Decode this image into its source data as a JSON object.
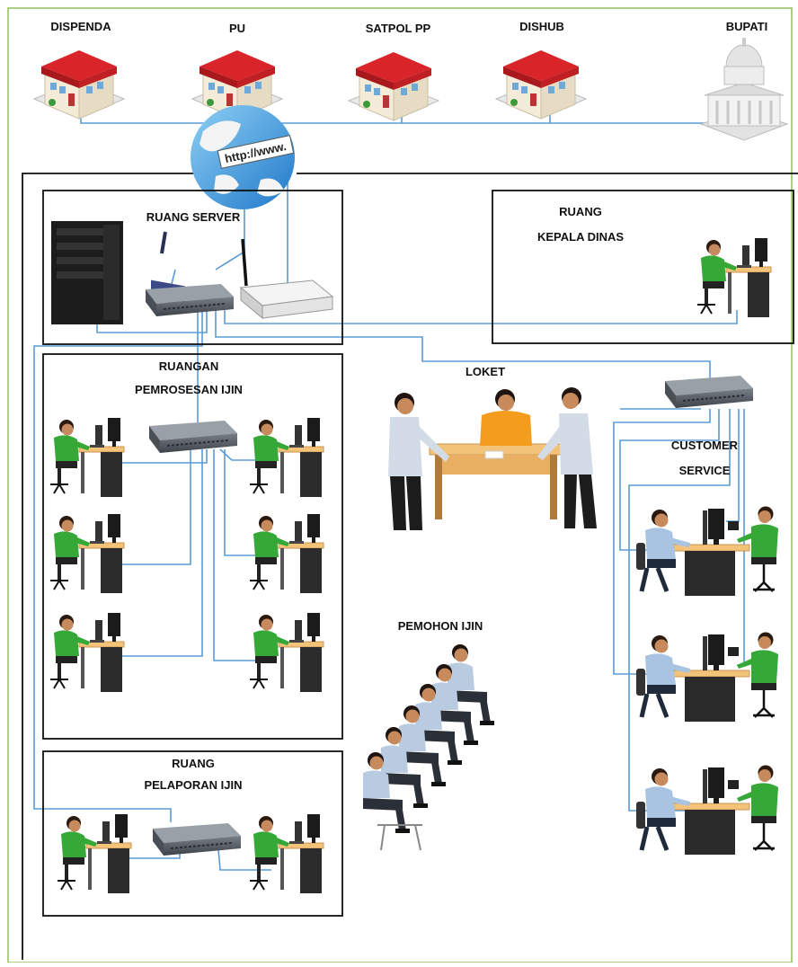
{
  "buildings": [
    {
      "label": "DISPENDA",
      "kind": "office"
    },
    {
      "label": "PU",
      "kind": "office"
    },
    {
      "label": "SATPOL PP",
      "kind": "office"
    },
    {
      "label": "DISHUB",
      "kind": "office"
    },
    {
      "label": "BUPATI",
      "kind": "capitol"
    }
  ],
  "globe": {
    "icon": "internet-globe-icon",
    "text": "http://www."
  },
  "rooms": {
    "server": {
      "title": "RUANG SERVER"
    },
    "kepala": {
      "title_line1": "RUANG",
      "title_line2": "KEPALA DINAS"
    },
    "pemrosesan": {
      "title_line1": "RUANGAN",
      "title_line2": "PEMROSESAN IJIN"
    },
    "pelaporan": {
      "title_line1": "RUANG",
      "title_line2": "PELAPORAN IJIN"
    }
  },
  "areas": {
    "loket": "LOKET",
    "cs_line1": "CUSTOMER",
    "cs_line2": "SERVICE",
    "pemohon": "PEMOHON IJIN"
  },
  "colors": {
    "cable": "#5b9bd5",
    "roof": "#d9252a",
    "desk": "#f3c37a",
    "worker_shirt": "#35a837",
    "frame": "#8fbf5a"
  }
}
